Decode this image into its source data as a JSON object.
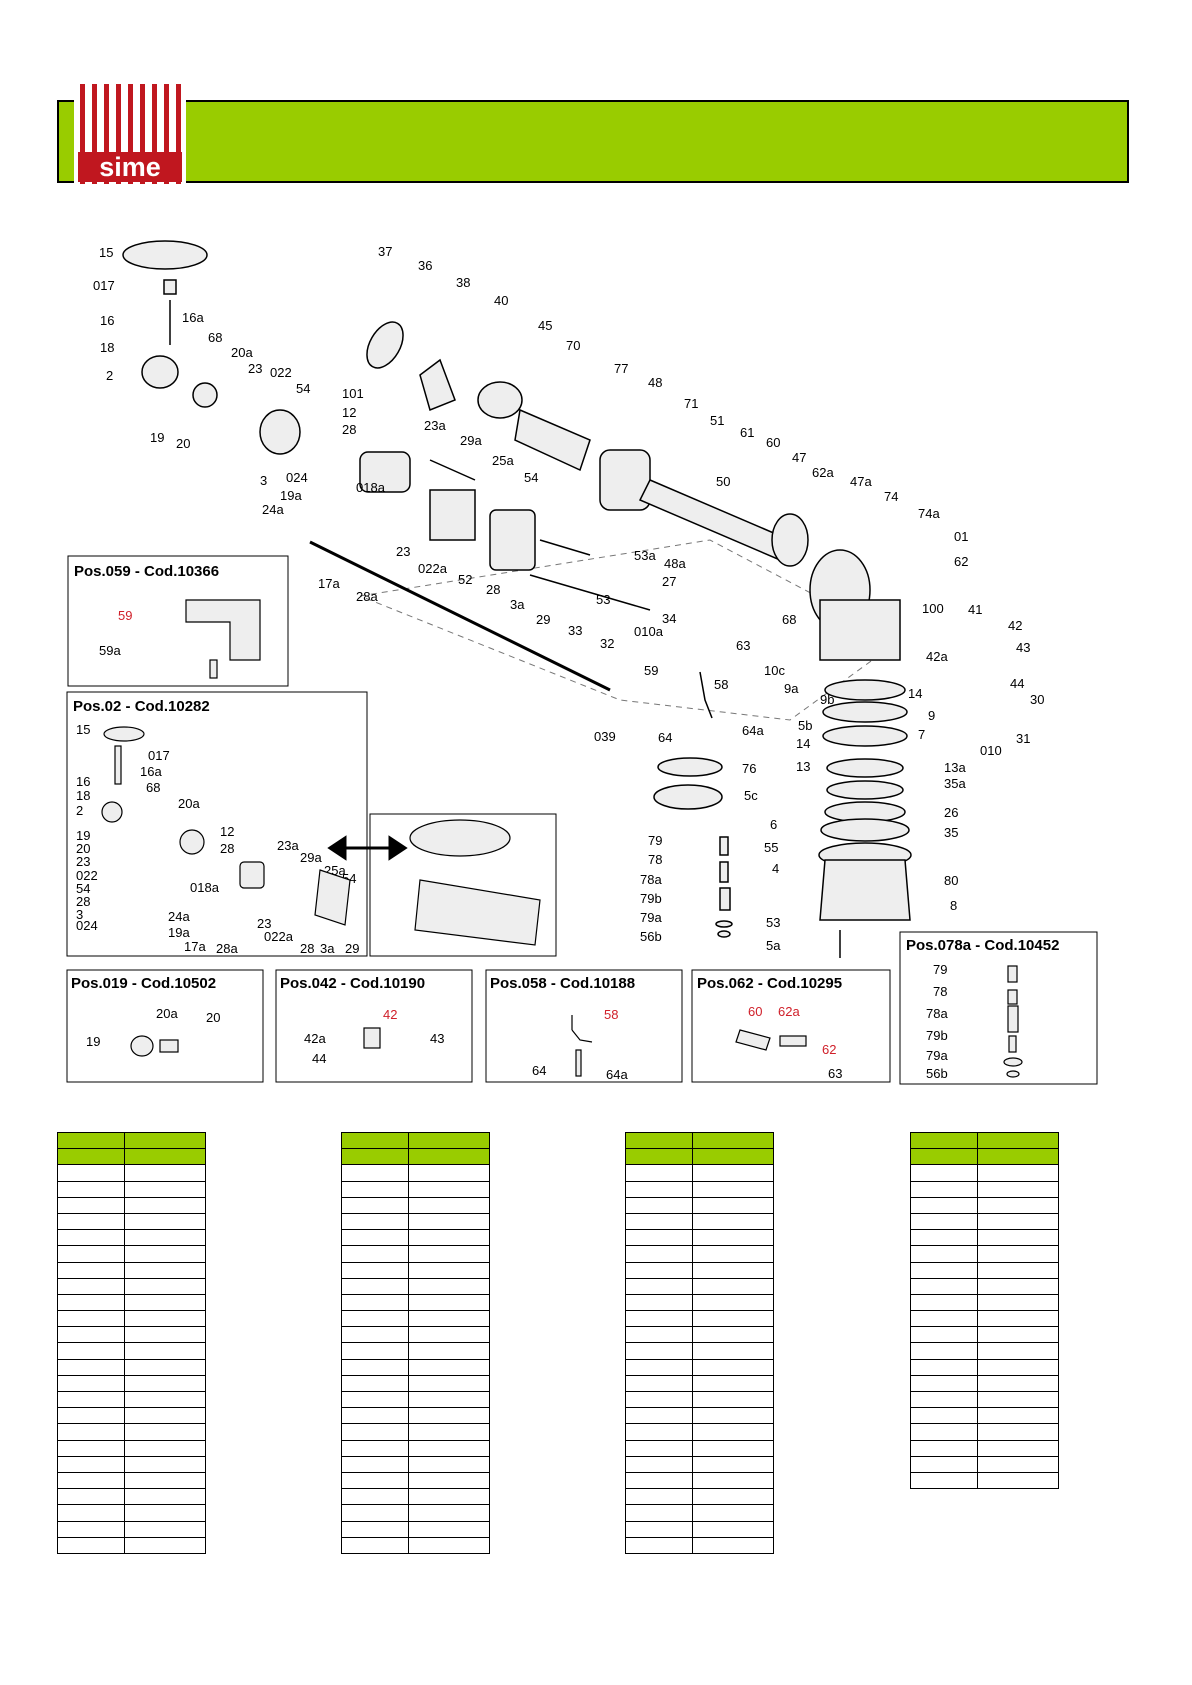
{
  "brand": {
    "logo_text": "sime"
  },
  "colors": {
    "accent": "#99cc00",
    "brand_red": "#c0171f",
    "callout_red": "#d0202a"
  },
  "diagram": {
    "part_labels": [
      "15",
      "017",
      "16",
      "16a",
      "18",
      "68",
      "2",
      "20a",
      "23",
      "022",
      "19",
      "20",
      "54",
      "37",
      "36",
      "38",
      "40",
      "45",
      "70",
      "77",
      "48",
      "71",
      "101",
      "12",
      "28",
      "23a",
      "29a",
      "25a",
      "024",
      "3",
      "018a",
      "19a",
      "24a",
      "54",
      "17a",
      "28a",
      "23",
      "022a",
      "52",
      "28",
      "3a",
      "29",
      "33",
      "32",
      "53a",
      "53",
      "51",
      "61",
      "60",
      "47",
      "62a",
      "47a",
      "74",
      "74a",
      "01",
      "62",
      "50",
      "48a",
      "27",
      "34",
      "010a",
      "63",
      "59",
      "100",
      "41",
      "42",
      "43",
      "68",
      "42a",
      "44",
      "10c",
      "9a",
      "9b",
      "14",
      "58",
      "5b",
      "7",
      "14",
      "13",
      "13a",
      "64",
      "64a",
      "76",
      "5c",
      "35a",
      "26",
      "35",
      "6",
      "55",
      "4",
      "80",
      "8",
      "79",
      "78",
      "78a",
      "79b",
      "79a",
      "56b",
      "53",
      "5a",
      "9",
      "30",
      "31",
      "010",
      "039"
    ],
    "insets": [
      {
        "title": "Pos.059 - Cod.10366",
        "labels": [
          "59",
          "59a"
        ]
      },
      {
        "title": "Pos.02 - Cod.10282",
        "labels": [
          "15",
          "017",
          "16a",
          "16",
          "68",
          "18",
          "20a",
          "2",
          "19",
          "20",
          "23",
          "022",
          "54",
          "28",
          "3",
          "024",
          "12",
          "28",
          "23a",
          "29a",
          "25a",
          "54",
          "018a",
          "24a",
          "19a",
          "17a",
          "28a",
          "23",
          "022a",
          "28",
          "3a",
          "29"
        ]
      },
      {
        "title": "Pos.019 - Cod.10502",
        "labels": [
          "20a",
          "20",
          "19"
        ]
      },
      {
        "title": "Pos.042 - Cod.10190",
        "labels": [
          "42",
          "42a",
          "43",
          "44"
        ]
      },
      {
        "title": "Pos.058 - Cod.10188",
        "labels": [
          "58",
          "64",
          "64a"
        ]
      },
      {
        "title": "Pos.062 - Cod.10295",
        "labels": [
          "60",
          "62a",
          "62",
          "63"
        ]
      },
      {
        "title": "Pos.078a - Cod.10452",
        "labels": [
          "79",
          "78",
          "78a",
          "79b",
          "79a",
          "56b"
        ]
      }
    ]
  }
}
